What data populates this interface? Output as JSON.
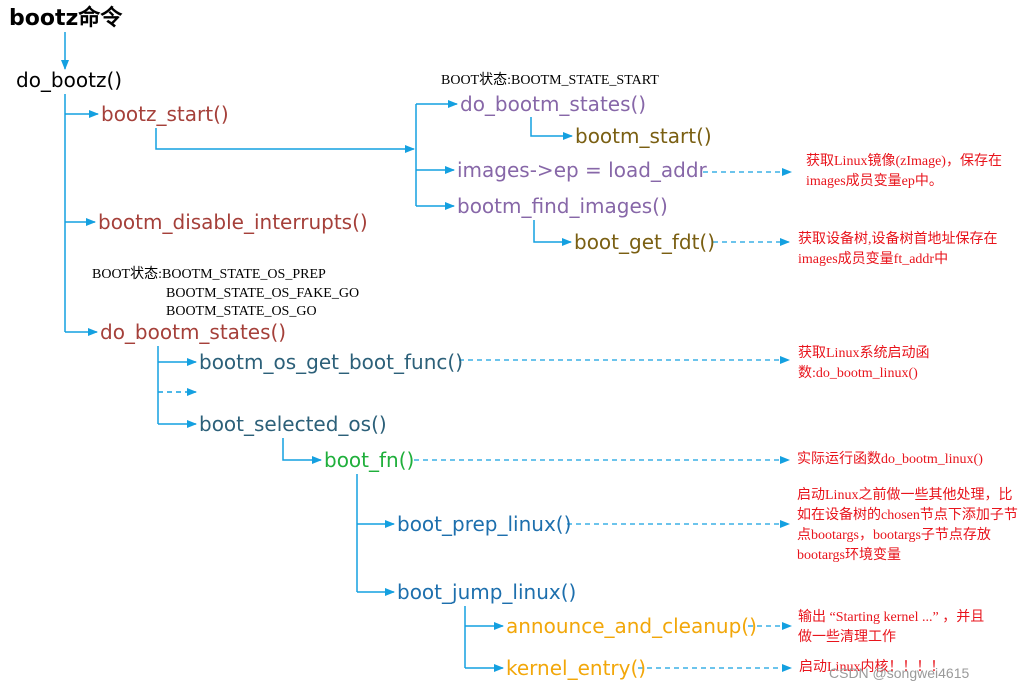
{
  "title": "bootz命令",
  "root": "do_bootz()",
  "functions": {
    "bootz_start": "bootz_start()",
    "bootm_disable_interrupts": "bootm_disable_interrupts()",
    "do_bootm_states_1": "do_bootm_states()",
    "bootm_start": "bootm_start()",
    "images_ep": "images->ep = load_addr",
    "bootm_find_images": "bootm_find_images()",
    "boot_get_fdt": "boot_get_fdt()",
    "do_bootm_states_2": "do_bootm_states()",
    "bootm_os_get_boot_func": "bootm_os_get_boot_func()",
    "boot_selected_os": "boot_selected_os()",
    "boot_fn": "boot_fn()",
    "boot_prep_linux": "boot_prep_linux()",
    "boot_jump_linux": "boot_jump_linux()",
    "announce_and_cleanup": "announce_and_cleanup()",
    "kernel_entry": "kernel_entry()"
  },
  "states": {
    "start": "BOOT状态:BOOTM_STATE_START",
    "os_prep": "BOOT状态:BOOTM_STATE_OS_PREP",
    "os_fake_go": "BOOTM_STATE_OS_FAKE_GO",
    "os_go": "BOOTM_STATE_OS_GO"
  },
  "notes": {
    "images_ep": "获取Linux镜像(zImage)，保存在images成员变量ep中。",
    "boot_get_fdt": "获取设备树,设备树首地址保存在images成员变量ft_addr中",
    "boot_func": "获取Linux系统启动函数:do_bootm_linux()",
    "boot_fn": "实际运行函数do_bootm_linux()",
    "boot_prep_linux": "启动Linux之前做一些其他处理，比如在设备树的chosen节点下添加子节点bootargs，bootargs子节点存放bootargs环境变量",
    "announce": "输出 “Starting kernel ...” ，并且做一些清理工作",
    "kernel_entry": "启动Linux内核！！！！"
  },
  "watermark": "CSDN @songwei4615",
  "colors": {
    "connector": "#14a0e0",
    "note_text": "#e8141c",
    "red_func": "#a5403a",
    "purple_func": "#8767a8",
    "olive_func": "#7a5f12",
    "teal_func": "#2c6079",
    "green_func": "#1faf3b",
    "blue_func": "#1d6fad",
    "orange_func": "#f2a70a"
  }
}
